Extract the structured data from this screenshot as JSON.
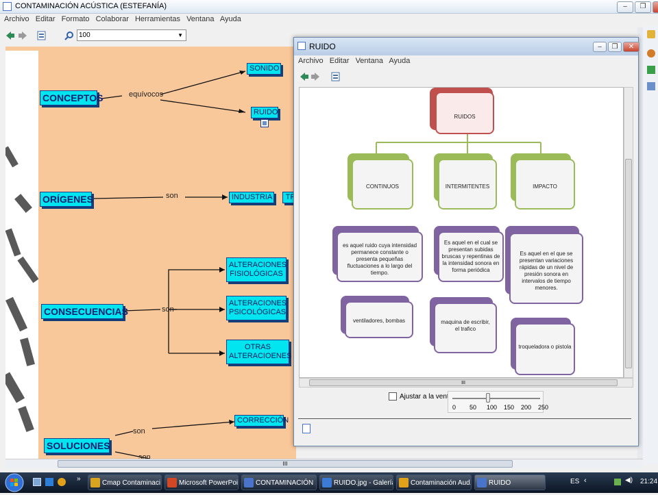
{
  "main_window": {
    "title": "CONTAMINACIÓN ACÚSTICA (ESTEFANÍA)",
    "menu": [
      "Archivo",
      "Editar",
      "Formato",
      "Colaborar",
      "Herramientas",
      "Ventana",
      "Ayuda"
    ],
    "zoom_value": "100"
  },
  "map": {
    "nodes": {
      "conceptos": "CONCEPTOS",
      "sonido": "SONIDO",
      "ruido": "RUIDO",
      "origenes": "ORÍGENES",
      "industria": "INDUSTRIA",
      "tr_partial": "TR",
      "consecuencias": "CONSECUENCIAS",
      "alt_fisio": "ALTERACIONES FISIOLÓGICAS",
      "alt_psico": "ALTERACIONES PSICOLÓGICAS",
      "otras": "OTRAS ALTERACIOENES",
      "soluciones": "SOLUCIONES",
      "correccion": "CORRECCIÓN"
    },
    "links": {
      "equivocos": "equívocos",
      "son1": "son",
      "son2": "son",
      "son3": "son",
      "son4": "son"
    }
  },
  "dialog": {
    "title": "RUIDO",
    "menu": [
      "Archivo",
      "Editar",
      "Ventana",
      "Ayuda"
    ],
    "concepts": {
      "root": "RUIDOS",
      "continuos": "CONTINUOS",
      "intermitentes": "INTERMITENTES",
      "impacto": "IMPACTO",
      "def_continuos": "es aquel ruido cuya intensidad permanece constante o presenta pequeñas fluctuaciones a lo largo del tiempo.",
      "def_intermitentes": "Es aquel en el cual se presentan subidas bruscas y repentinas de la intensidad sonora en forma periódica",
      "def_impacto": "Es aquel en el que se presentan variaciones rápidas de un nivel de presión sonora en intervalos de tiempo menores.",
      "ex_continuos": "ventiladores, bombas",
      "ex_intermitentes": "maquina de escribir, el trafico",
      "ex_impacto": "troqueladora o pistola"
    },
    "fit_label": "Ajustar a la ventana",
    "fit_checked": false,
    "slider_ticks": [
      "0",
      "50",
      "100",
      "150",
      "200",
      "250"
    ],
    "slider_value": 100,
    "hscroll_label": "III"
  },
  "main_hscroll_label": "III",
  "taskbar": {
    "tasks": [
      {
        "label": "Cmap Contaminaci...",
        "icon_color": "#d9a520"
      },
      {
        "label": "Microsoft PowerPoi...",
        "icon_color": "#d24726"
      },
      {
        "label": "CONTAMINACIÓN ...",
        "icon_color": "#4a74c9"
      },
      {
        "label": "RUIDO.jpg - Galería ...",
        "icon_color": "#3b7bd4"
      },
      {
        "label": "Contaminación Aud...",
        "icon_color": "#e0a21a"
      },
      {
        "label": "RUIDO",
        "icon_color": "#4a74c9"
      }
    ],
    "language": "ES",
    "time": "21:24"
  },
  "colors": {
    "canvas_bg": "#f9c89a",
    "node_fill": "#00e5ef",
    "root_accent": "#c0504d",
    "level2_accent": "#9bbb59",
    "level3_accent": "#8064a2"
  }
}
